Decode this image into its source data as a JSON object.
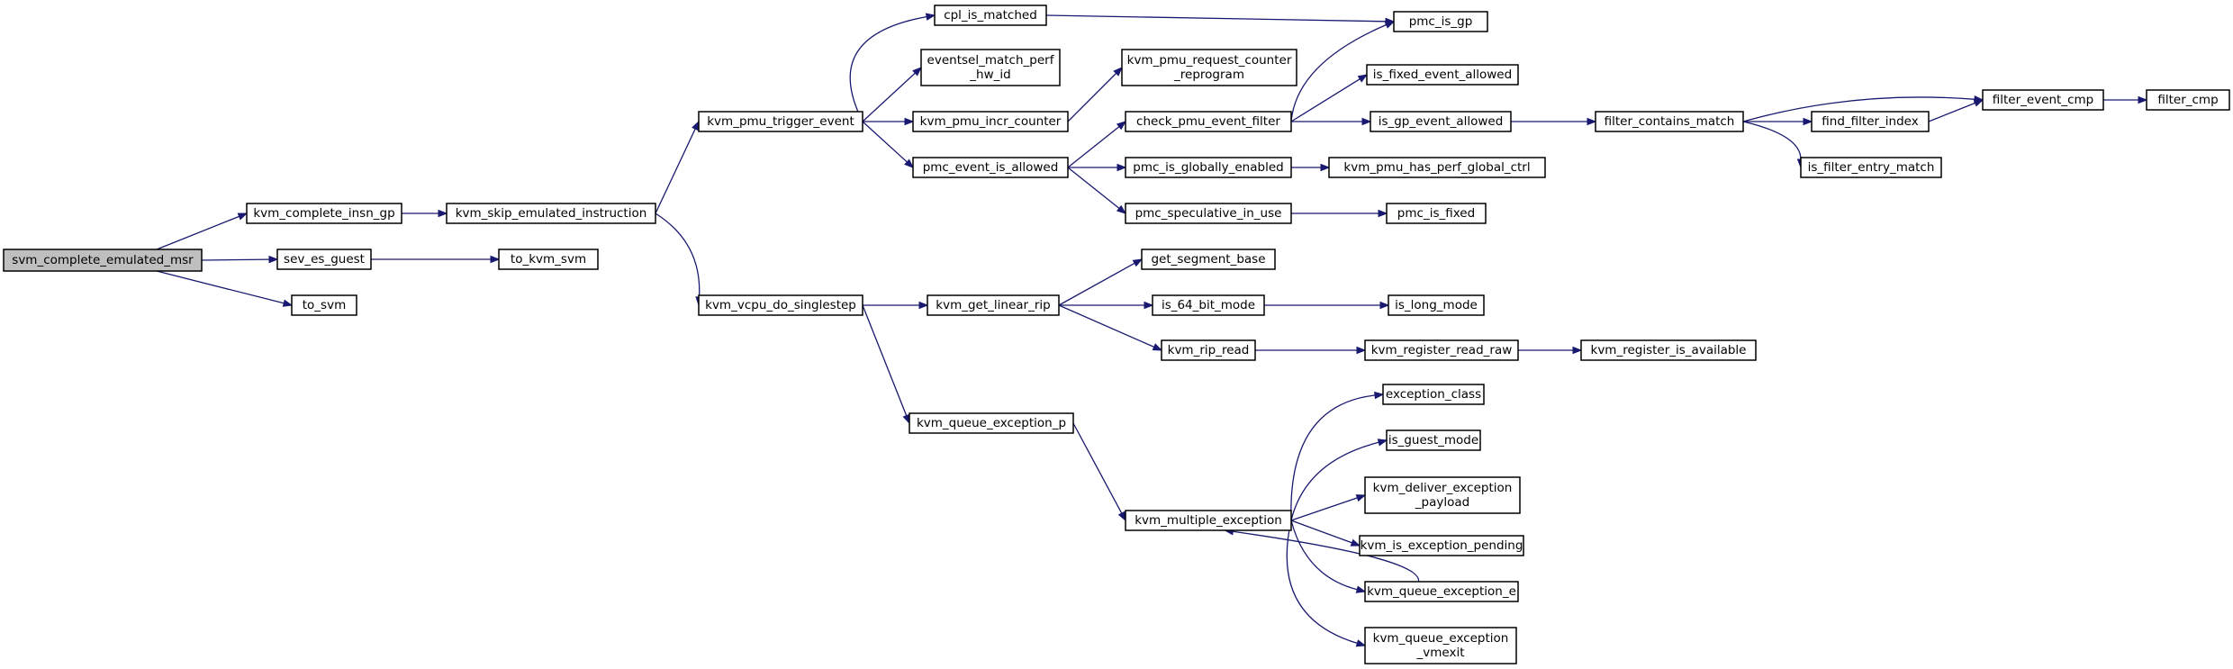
{
  "nodes": [
    {
      "id": "svm_complete_emulated_msr",
      "lines": [
        "svm_complete_emulated_msr"
      ],
      "root": true
    },
    {
      "id": "kvm_complete_insn_gp",
      "lines": [
        "kvm_complete_insn_gp"
      ]
    },
    {
      "id": "sev_es_guest",
      "lines": [
        "sev_es_guest"
      ]
    },
    {
      "id": "to_svm",
      "lines": [
        "to_svm"
      ]
    },
    {
      "id": "kvm_skip_emulated_instruction",
      "lines": [
        "kvm_skip_emulated_instruction"
      ]
    },
    {
      "id": "to_kvm_svm",
      "lines": [
        "to_kvm_svm"
      ]
    },
    {
      "id": "kvm_pmu_trigger_event",
      "lines": [
        "kvm_pmu_trigger_event"
      ]
    },
    {
      "id": "kvm_vcpu_do_singlestep",
      "lines": [
        "kvm_vcpu_do_singlestep"
      ]
    },
    {
      "id": "cpl_is_matched",
      "lines": [
        "cpl_is_matched"
      ]
    },
    {
      "id": "eventsel_match_perf_hw_id",
      "lines": [
        "eventsel_match_perf",
        "_hw_id"
      ]
    },
    {
      "id": "kvm_pmu_incr_counter",
      "lines": [
        "kvm_pmu_incr_counter"
      ]
    },
    {
      "id": "pmc_event_is_allowed",
      "lines": [
        "pmc_event_is_allowed"
      ]
    },
    {
      "id": "kvm_get_linear_rip",
      "lines": [
        "kvm_get_linear_rip"
      ]
    },
    {
      "id": "kvm_queue_exception_p",
      "lines": [
        "kvm_queue_exception_p"
      ]
    },
    {
      "id": "kvm_pmu_request_counter_reprogram",
      "lines": [
        "kvm_pmu_request_counter",
        "_reprogram"
      ]
    },
    {
      "id": "check_pmu_event_filter",
      "lines": [
        "check_pmu_event_filter"
      ]
    },
    {
      "id": "pmc_is_globally_enabled",
      "lines": [
        "pmc_is_globally_enabled"
      ]
    },
    {
      "id": "pmc_speculative_in_use",
      "lines": [
        "pmc_speculative_in_use"
      ]
    },
    {
      "id": "get_segment_base",
      "lines": [
        "get_segment_base"
      ]
    },
    {
      "id": "is_64_bit_mode",
      "lines": [
        "is_64_bit_mode"
      ]
    },
    {
      "id": "kvm_rip_read",
      "lines": [
        "kvm_rip_read"
      ]
    },
    {
      "id": "kvm_multiple_exception",
      "lines": [
        "kvm_multiple_exception"
      ]
    },
    {
      "id": "pmc_is_gp",
      "lines": [
        "pmc_is_gp"
      ]
    },
    {
      "id": "is_fixed_event_allowed",
      "lines": [
        "is_fixed_event_allowed"
      ]
    },
    {
      "id": "is_gp_event_allowed",
      "lines": [
        "is_gp_event_allowed"
      ]
    },
    {
      "id": "kvm_pmu_has_perf_global_ctrl",
      "lines": [
        "kvm_pmu_has_perf_global_ctrl"
      ]
    },
    {
      "id": "pmc_is_fixed",
      "lines": [
        "pmc_is_fixed"
      ]
    },
    {
      "id": "is_long_mode",
      "lines": [
        "is_long_mode"
      ]
    },
    {
      "id": "kvm_register_read_raw",
      "lines": [
        "kvm_register_read_raw"
      ]
    },
    {
      "id": "exception_class",
      "lines": [
        "exception_class"
      ]
    },
    {
      "id": "is_guest_mode",
      "lines": [
        "is_guest_mode"
      ]
    },
    {
      "id": "kvm_deliver_exception_payload",
      "lines": [
        "kvm_deliver_exception",
        "_payload"
      ]
    },
    {
      "id": "kvm_is_exception_pending",
      "lines": [
        "kvm_is_exception_pending"
      ]
    },
    {
      "id": "kvm_queue_exception_e",
      "lines": [
        "kvm_queue_exception_e"
      ]
    },
    {
      "id": "kvm_queue_exception_vmexit",
      "lines": [
        "kvm_queue_exception",
        "_vmexit"
      ]
    },
    {
      "id": "filter_contains_match",
      "lines": [
        "filter_contains_match"
      ]
    },
    {
      "id": "kvm_register_is_available",
      "lines": [
        "kvm_register_is_available"
      ]
    },
    {
      "id": "find_filter_index",
      "lines": [
        "find_filter_index"
      ]
    },
    {
      "id": "is_filter_entry_match",
      "lines": [
        "is_filter_entry_match"
      ]
    },
    {
      "id": "filter_event_cmp",
      "lines": [
        "filter_event_cmp"
      ]
    },
    {
      "id": "filter_cmp",
      "lines": [
        "filter_cmp"
      ]
    }
  ],
  "edges": [
    [
      "svm_complete_emulated_msr",
      "kvm_complete_insn_gp"
    ],
    [
      "svm_complete_emulated_msr",
      "sev_es_guest"
    ],
    [
      "svm_complete_emulated_msr",
      "to_svm"
    ],
    [
      "kvm_complete_insn_gp",
      "kvm_skip_emulated_instruction"
    ],
    [
      "sev_es_guest",
      "to_kvm_svm"
    ],
    [
      "kvm_skip_emulated_instruction",
      "kvm_pmu_trigger_event"
    ],
    [
      "kvm_skip_emulated_instruction",
      "kvm_vcpu_do_singlestep"
    ],
    [
      "kvm_pmu_trigger_event",
      "cpl_is_matched"
    ],
    [
      "kvm_pmu_trigger_event",
      "eventsel_match_perf_hw_id"
    ],
    [
      "kvm_pmu_trigger_event",
      "kvm_pmu_incr_counter"
    ],
    [
      "kvm_pmu_trigger_event",
      "pmc_event_is_allowed"
    ],
    [
      "cpl_is_matched",
      "pmc_is_gp"
    ],
    [
      "kvm_pmu_incr_counter",
      "kvm_pmu_request_counter_reprogram"
    ],
    [
      "pmc_event_is_allowed",
      "check_pmu_event_filter"
    ],
    [
      "pmc_event_is_allowed",
      "pmc_is_globally_enabled"
    ],
    [
      "pmc_event_is_allowed",
      "pmc_speculative_in_use"
    ],
    [
      "check_pmu_event_filter",
      "pmc_is_gp"
    ],
    [
      "check_pmu_event_filter",
      "is_fixed_event_allowed"
    ],
    [
      "check_pmu_event_filter",
      "is_gp_event_allowed"
    ],
    [
      "pmc_is_globally_enabled",
      "kvm_pmu_has_perf_global_ctrl"
    ],
    [
      "pmc_speculative_in_use",
      "pmc_is_fixed"
    ],
    [
      "is_gp_event_allowed",
      "filter_contains_match"
    ],
    [
      "filter_contains_match",
      "filter_event_cmp"
    ],
    [
      "filter_contains_match",
      "find_filter_index"
    ],
    [
      "filter_contains_match",
      "is_filter_entry_match"
    ],
    [
      "find_filter_index",
      "filter_event_cmp"
    ],
    [
      "filter_event_cmp",
      "filter_cmp"
    ],
    [
      "kvm_vcpu_do_singlestep",
      "kvm_get_linear_rip"
    ],
    [
      "kvm_vcpu_do_singlestep",
      "kvm_queue_exception_p"
    ],
    [
      "kvm_get_linear_rip",
      "get_segment_base"
    ],
    [
      "kvm_get_linear_rip",
      "is_64_bit_mode"
    ],
    [
      "kvm_get_linear_rip",
      "kvm_rip_read"
    ],
    [
      "is_64_bit_mode",
      "is_long_mode"
    ],
    [
      "kvm_rip_read",
      "kvm_register_read_raw"
    ],
    [
      "kvm_register_read_raw",
      "kvm_register_is_available"
    ],
    [
      "kvm_queue_exception_p",
      "kvm_multiple_exception"
    ],
    [
      "kvm_multiple_exception",
      "exception_class"
    ],
    [
      "kvm_multiple_exception",
      "is_guest_mode"
    ],
    [
      "kvm_multiple_exception",
      "kvm_deliver_exception_payload"
    ],
    [
      "kvm_multiple_exception",
      "kvm_is_exception_pending"
    ],
    [
      "kvm_multiple_exception",
      "kvm_queue_exception_e"
    ],
    [
      "kvm_multiple_exception",
      "kvm_queue_exception_vmexit"
    ],
    [
      "kvm_queue_exception_e",
      "kvm_multiple_exception"
    ]
  ]
}
